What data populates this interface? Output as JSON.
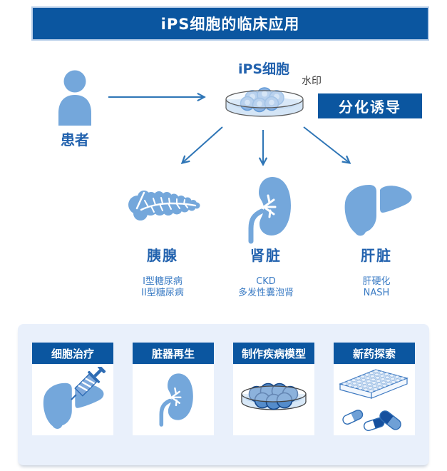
{
  "colors": {
    "primary_dark_blue": "#0B56A0",
    "icon_light_blue": "#74A7DB",
    "arrow_blue": "#2E75B6",
    "label_text_blue": "#2262AE",
    "disease_text_blue": "#3A7BC4",
    "panel_background": "#E9F0FB",
    "dish_fill": "#D4E5F6"
  },
  "banner": {
    "title": "iPS细胞的临床应用"
  },
  "flow": {
    "patient": {
      "label": "患者",
      "icon": "person-icon"
    },
    "ips": {
      "label": "iPS细胞",
      "icon": "petri-dish-icon"
    },
    "watermark_label": "水印",
    "induction_label": "分化诱导"
  },
  "organs": [
    {
      "name": "胰腺",
      "icon": "pancreas-icon",
      "diseases": [
        "I型糖尿病",
        "II型糖尿病"
      ]
    },
    {
      "name": "肾脏",
      "icon": "kidney-icon",
      "diseases": [
        "CKD",
        "多发性囊泡肾"
      ]
    },
    {
      "name": "肝脏",
      "icon": "liver-icon",
      "diseases": [
        "肝硬化",
        "NASH"
      ]
    }
  ],
  "applications": [
    {
      "label": "细胞治疗",
      "icon": "liver-syringe-icon"
    },
    {
      "label": "脏器再生",
      "icon": "kidney-regen-icon"
    },
    {
      "label": "制作疾病模型",
      "icon": "petri-dish-cells-icon"
    },
    {
      "label": "新药探索",
      "icon": "well-plate-pills-icon"
    }
  ]
}
